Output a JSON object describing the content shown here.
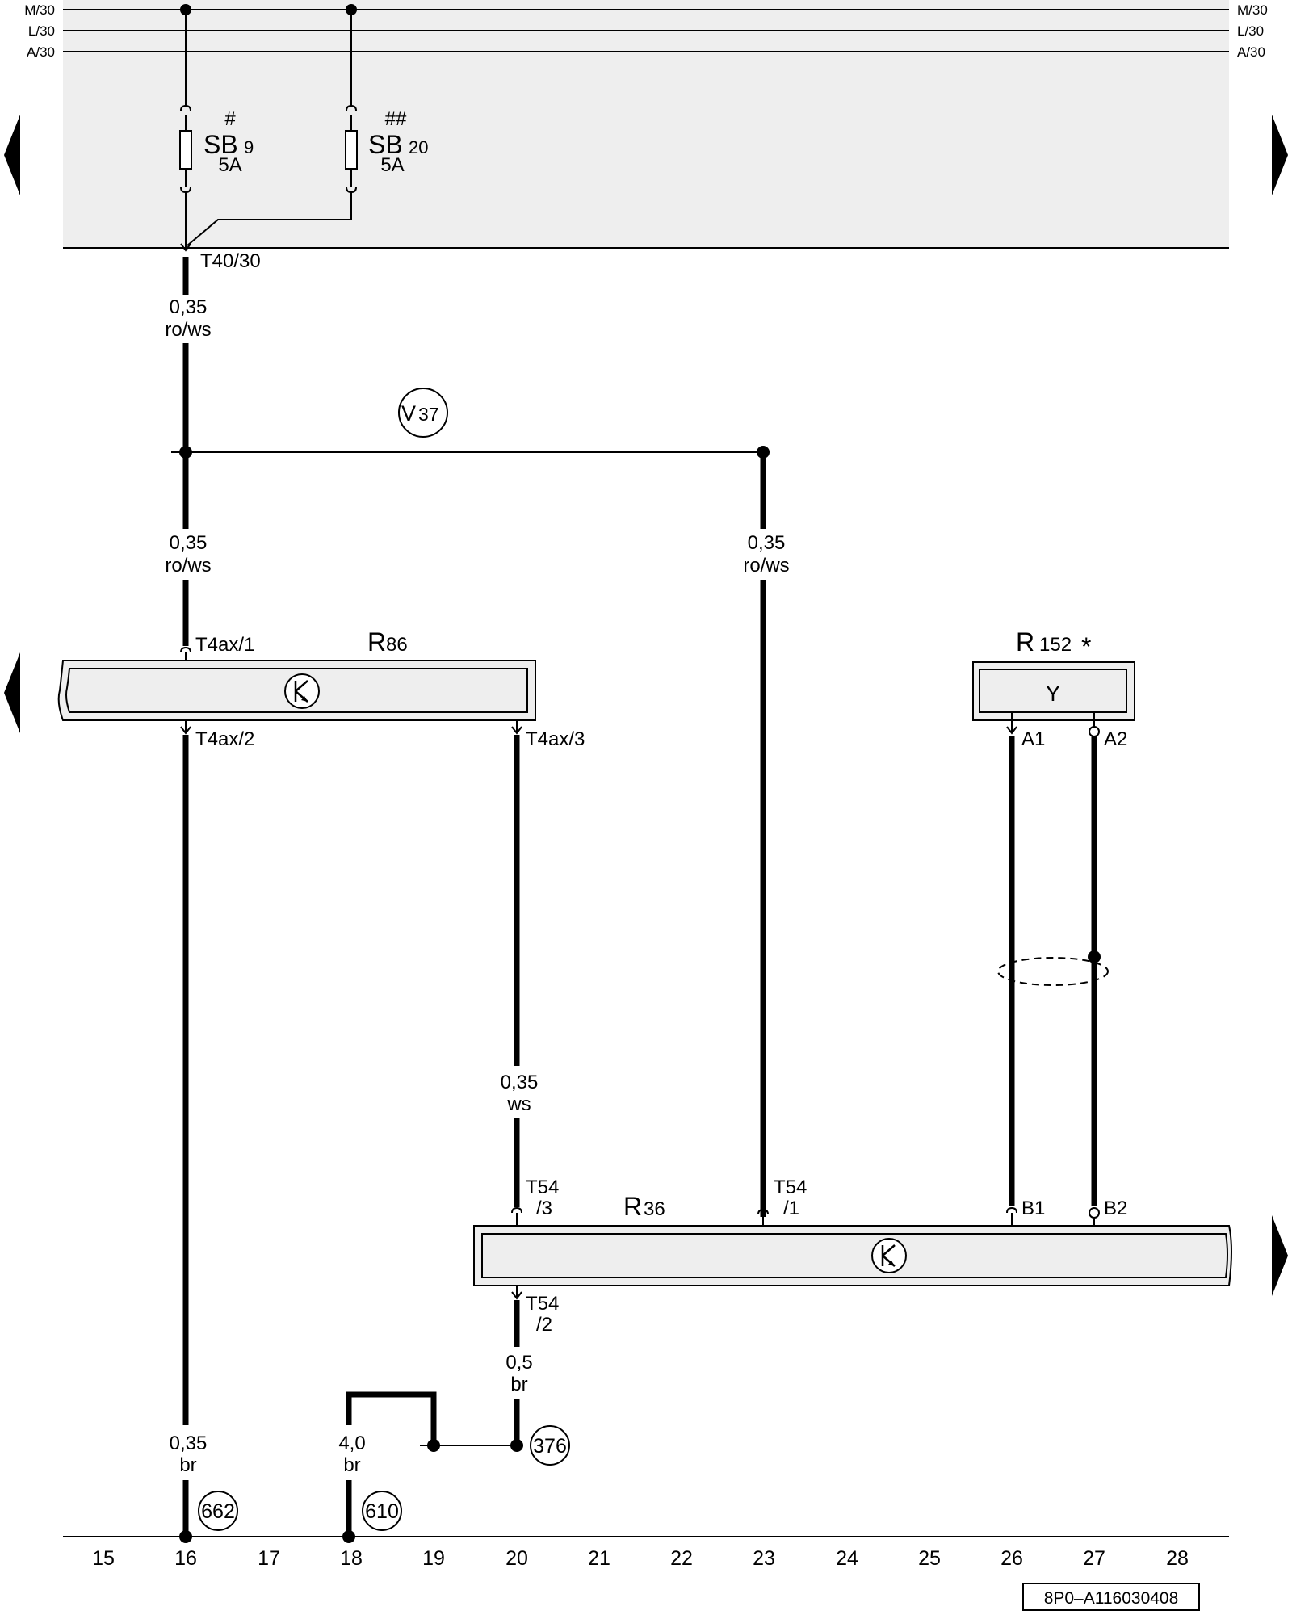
{
  "rails": [
    "M/30",
    "L/30",
    "A/30"
  ],
  "fuses": [
    {
      "mark": "#",
      "name": "SB",
      "number": "9",
      "rating": "5A"
    },
    {
      "mark": "##",
      "name": "SB",
      "number": "20",
      "rating": "5A"
    }
  ],
  "connector_top": "T40/30",
  "wires": {
    "feed": [
      "0,35",
      "ro/ws"
    ],
    "left_branch": [
      "0,35",
      "ro/ws"
    ],
    "right_branch": [
      "0,35",
      "ro/ws"
    ],
    "t4ax3_wire": [
      "0,35",
      "ws"
    ],
    "t54_2_wire": [
      "0,5",
      "br"
    ],
    "ground_left": [
      "0,35",
      "br"
    ],
    "ground_mid": [
      "4,0",
      "br"
    ]
  },
  "v_ref": {
    "letter": "V",
    "number": "37"
  },
  "components": {
    "r86": {
      "letter": "R",
      "number": "86",
      "pins": [
        "T4ax/1",
        "T4ax/2",
        "T4ax/3"
      ]
    },
    "r152": {
      "letter": "R",
      "number": "152",
      "mark": "*",
      "symbol": "Y",
      "pins": [
        "A1",
        "A2"
      ]
    },
    "r36": {
      "letter": "R",
      "number": "36",
      "pins": [
        [
          "T54",
          "/3"
        ],
        [
          "T54",
          "/1"
        ],
        "B1",
        "B2",
        [
          "T54",
          "/2"
        ]
      ]
    }
  },
  "refs": [
    "376",
    "662",
    "610"
  ],
  "grid": [
    "15",
    "16",
    "17",
    "18",
    "19",
    "20",
    "21",
    "22",
    "23",
    "24",
    "25",
    "26",
    "27",
    "28"
  ],
  "doc_id": "8P0–A116030408"
}
